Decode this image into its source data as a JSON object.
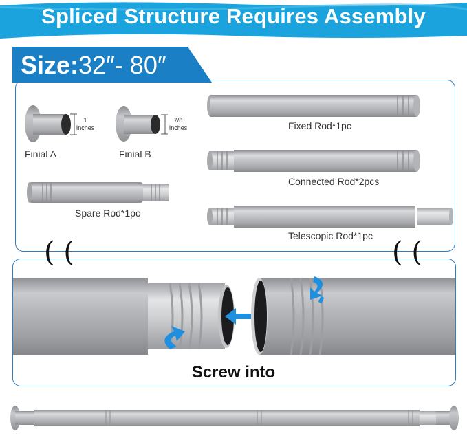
{
  "banner": {
    "title": "Spliced Structure Requires Assembly"
  },
  "size": {
    "label": "Size:",
    "value": "32″- 80″"
  },
  "parts": {
    "finial_a": {
      "label": "Finial A",
      "dim_value": "1",
      "dim_unit": "Inches"
    },
    "finial_b": {
      "label": "Finial B",
      "dim_value": "7/8",
      "dim_unit": "Inches"
    },
    "fixed_rod": {
      "label": "Fixed Rod*1pc"
    },
    "connected_rod": {
      "label": "Connected Rod*2pcs"
    },
    "telescopic_rod": {
      "label": "Telescopic Rod*1pc"
    },
    "spare_rod": {
      "label": "Spare Rod*1pc"
    }
  },
  "assembly": {
    "caption": "Screw into"
  },
  "colors": {
    "banner": "#1aa3dd",
    "accent_blue": "#1f8fe0",
    "border": "#2f7fc1",
    "size_tab": "#1a7fc4"
  }
}
